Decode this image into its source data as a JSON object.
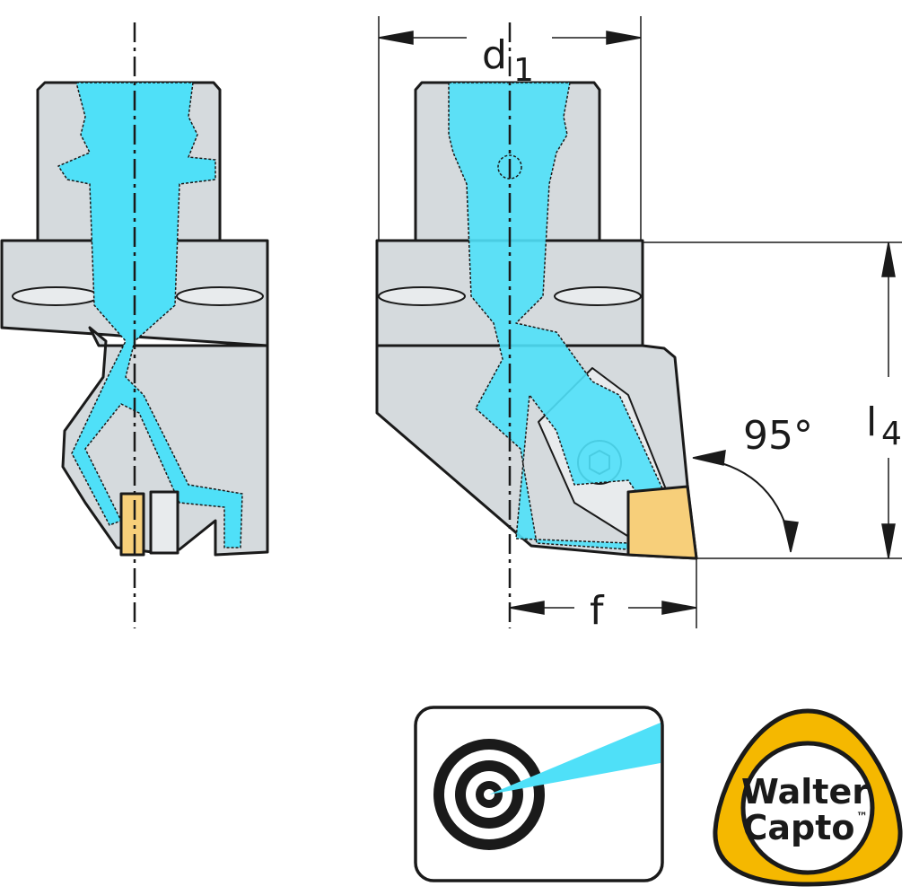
{
  "dimensions": {
    "d1_main": "d",
    "d1_sub": "1",
    "l4_main": "l",
    "l4_sub": "4",
    "f": "f",
    "angle": "95°"
  },
  "logo": {
    "line1": "Walter",
    "line2": "Capto",
    "trademark": "™"
  },
  "icons": {
    "precision_coolant": "target-with-coolant-jet-icon"
  },
  "colors": {
    "body": "#d5dadd",
    "coolant": "#4fe0f8",
    "insert": "#f7cf7a",
    "logo_ring": "#f5b800",
    "line": "#1a1a1a"
  }
}
